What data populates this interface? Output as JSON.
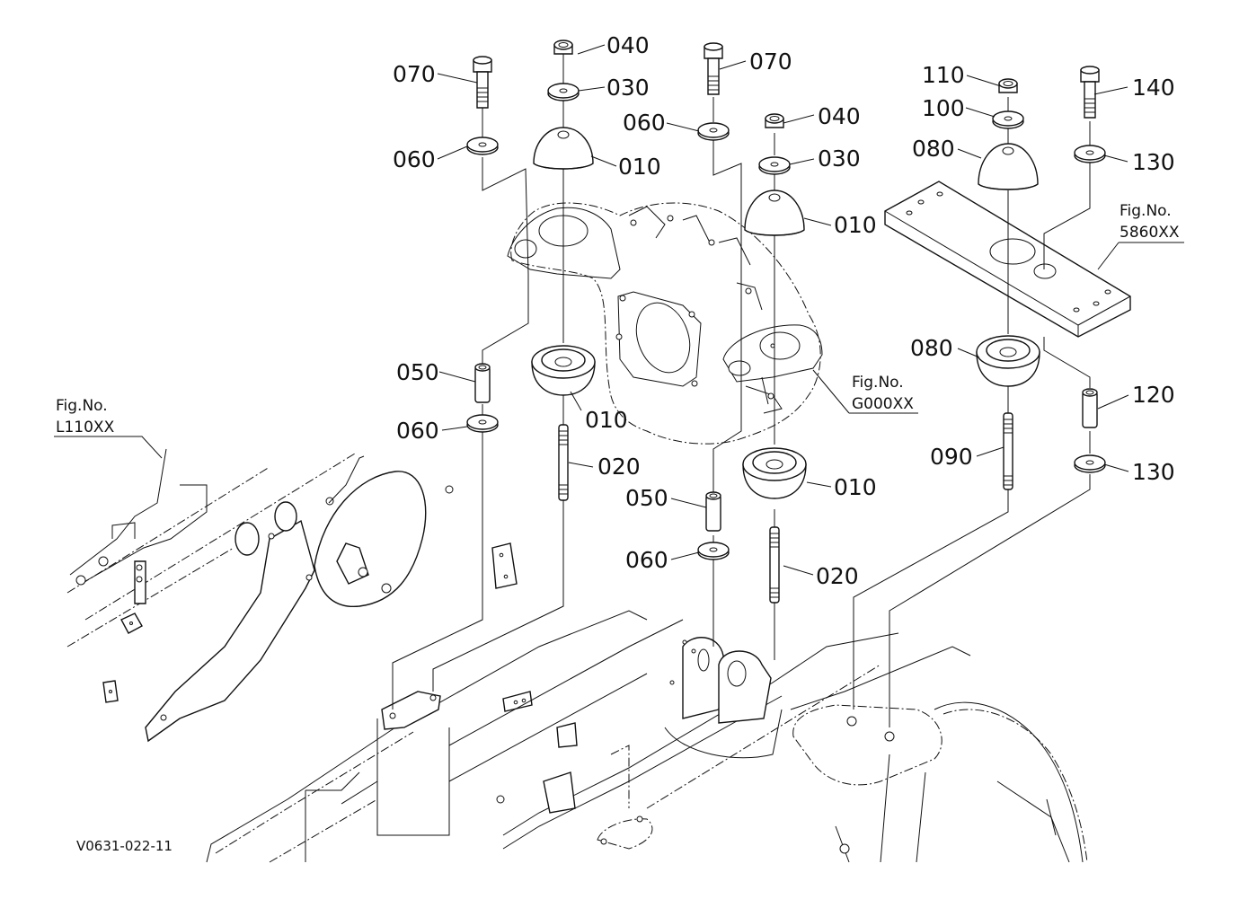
{
  "diagram": {
    "title_code": "V0631-022-11",
    "figure_refs": [
      {
        "id": "fig-l110",
        "line1": "Fig.No.",
        "line2": "L110XX"
      },
      {
        "id": "fig-g000",
        "line1": "Fig.No.",
        "line2": "G000XX"
      },
      {
        "id": "fig-5860",
        "line1": "Fig.No.",
        "line2": "5860XX"
      }
    ],
    "callouts": [
      {
        "ref": "070",
        "part": "bolt-left"
      },
      {
        "ref": "060",
        "part": "washer-left-top"
      },
      {
        "ref": "040",
        "part": "nut-left"
      },
      {
        "ref": "030",
        "part": "washer-left-mid"
      },
      {
        "ref": "010",
        "part": "dome-left-top"
      },
      {
        "ref": "070",
        "part": "bolt-center"
      },
      {
        "ref": "060",
        "part": "washer-center-top"
      },
      {
        "ref": "040",
        "part": "nut-center"
      },
      {
        "ref": "030",
        "part": "washer-center-mid"
      },
      {
        "ref": "010",
        "part": "dome-center-top"
      },
      {
        "ref": "110",
        "part": "nut-right"
      },
      {
        "ref": "100",
        "part": "washer-right"
      },
      {
        "ref": "080",
        "part": "dome-right-top"
      },
      {
        "ref": "140",
        "part": "bolt-right"
      },
      {
        "ref": "130",
        "part": "washer-right-top"
      },
      {
        "ref": "050",
        "part": "collar-left"
      },
      {
        "ref": "060",
        "part": "washer-left-bottom"
      },
      {
        "ref": "010",
        "part": "mount-left-bottom"
      },
      {
        "ref": "020",
        "part": "stud-left"
      },
      {
        "ref": "050",
        "part": "collar-center"
      },
      {
        "ref": "060",
        "part": "washer-center-bottom"
      },
      {
        "ref": "010",
        "part": "mount-center-bottom"
      },
      {
        "ref": "020",
        "part": "stud-center"
      },
      {
        "ref": "080",
        "part": "mount-right-bottom"
      },
      {
        "ref": "090",
        "part": "stud-right"
      },
      {
        "ref": "120",
        "part": "collar-right"
      },
      {
        "ref": "130",
        "part": "washer-right-bottom"
      }
    ]
  }
}
